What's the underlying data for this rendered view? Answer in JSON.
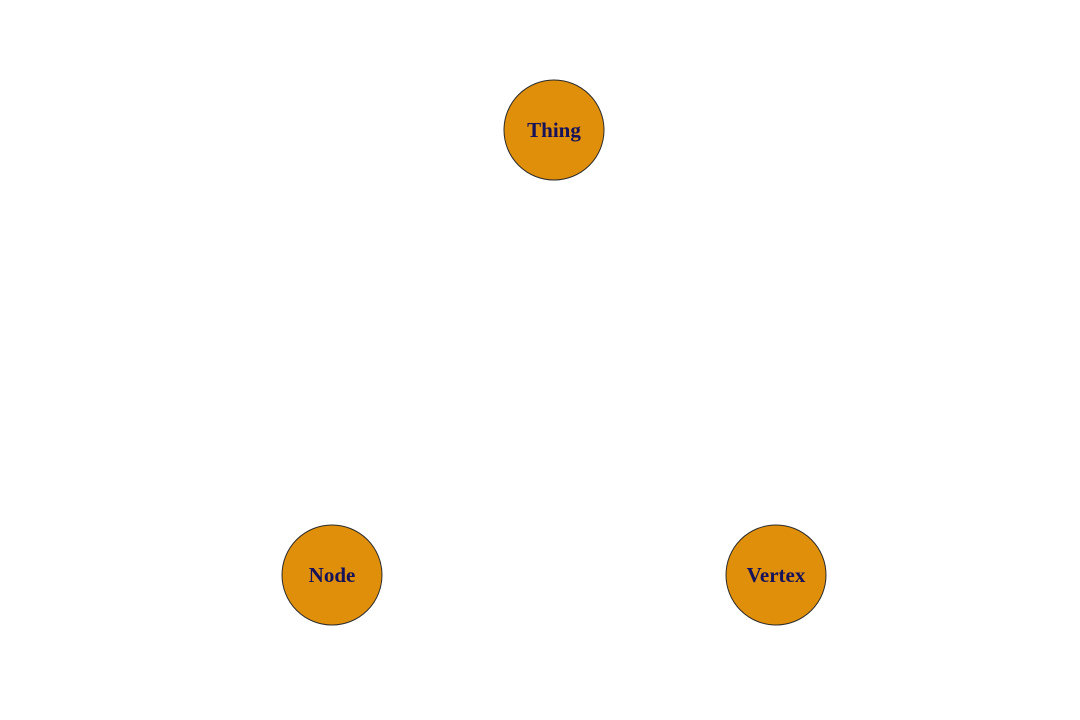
{
  "diagram": {
    "colors": {
      "node_fill": "#e08f0b",
      "node_stroke": "#2b2b2b",
      "label_color": "#16135a",
      "background": "#ffffff"
    },
    "nodes": [
      {
        "id": "thing",
        "label": "Thing"
      },
      {
        "id": "node",
        "label": "Node"
      },
      {
        "id": "vertex",
        "label": "Vertex"
      }
    ]
  }
}
